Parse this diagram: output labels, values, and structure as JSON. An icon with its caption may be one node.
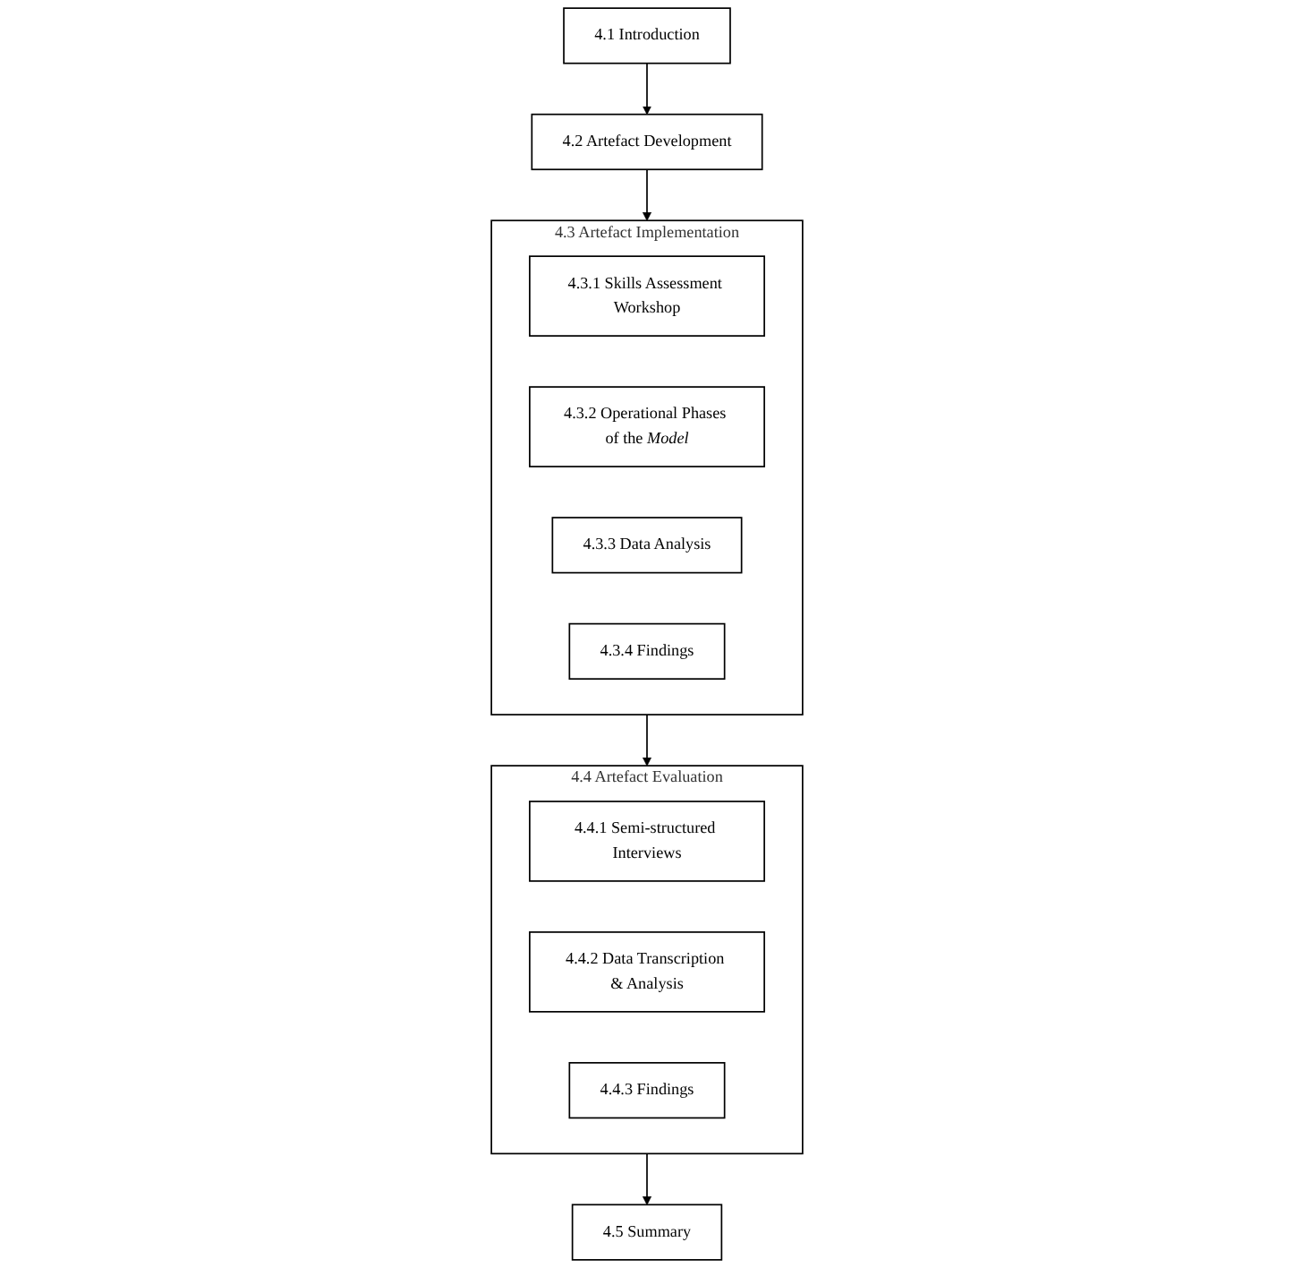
{
  "diagram": {
    "nodes": [
      {
        "text": [
          "4.1 Introduction"
        ]
      },
      {
        "text": [
          "4.2 Artefact Development"
        ]
      },
      {
        "text": [
          "4.3 Artefact Implementation"
        ]
      },
      {
        "text": [
          "4.3.1 Skills Assessment Workshop"
        ],
        "in": 2
      },
      {
        "text": [
          "4.3.2 Operational Phases of the *Model*"
        ],
        "in": 2
      },
      {
        "text": [
          "4.3.3 Data Analysis"
        ],
        "in": 2
      },
      {
        "text": [
          "4.3.4 Findings"
        ],
        "in": 2
      },
      {
        "text": [
          "4.4 Artefact Evaluation"
        ]
      },
      {
        "text": [
          "4.4.1 Semi-structured Interviews"
        ],
        "in": 7
      },
      {
        "text": [
          "4.4.2 Data Transcription & Analysis"
        ],
        "in": 7
      },
      {
        "text": [
          "4.4.3 Findings"
        ],
        "in": 7
      },
      {
        "text": [
          "4.5 Summary"
        ]
      }
    ],
    "edges": [
      {
        "from": 0,
        "to": 1,
        "arrow": "to"
      },
      {
        "from": 1,
        "to": 2,
        "arrow": "to"
      },
      {
        "from": 2,
        "to": 7,
        "arrow": "to"
      },
      {
        "from": 7,
        "to": 11,
        "arrow": "to"
      }
    ]
  }
}
